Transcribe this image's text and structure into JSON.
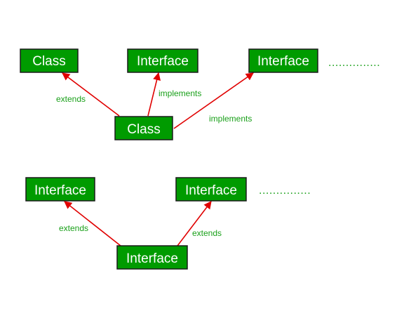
{
  "colors": {
    "node_fill": "#009b00",
    "node_text": "#ffffff",
    "arrow": "#e00000",
    "edge_label": "#1aa01a"
  },
  "diagram1": {
    "nodes": [
      {
        "id": "d1-parent-class",
        "label": "Class"
      },
      {
        "id": "d1-parent-interface-1",
        "label": "Interface"
      },
      {
        "id": "d1-parent-interface-2",
        "label": "Interface"
      },
      {
        "id": "d1-child-class",
        "label": "Class"
      }
    ],
    "edges": [
      {
        "from": "d1-child-class",
        "to": "d1-parent-class",
        "label": "extends"
      },
      {
        "from": "d1-child-class",
        "to": "d1-parent-interface-1",
        "label": "implements"
      },
      {
        "from": "d1-child-class",
        "to": "d1-parent-interface-2",
        "label": "implements"
      }
    ],
    "continuation": "..............."
  },
  "diagram2": {
    "nodes": [
      {
        "id": "d2-parent-interface-1",
        "label": "Interface"
      },
      {
        "id": "d2-parent-interface-2",
        "label": "Interface"
      },
      {
        "id": "d2-child-interface",
        "label": "Interface"
      }
    ],
    "edges": [
      {
        "from": "d2-child-interface",
        "to": "d2-parent-interface-1",
        "label": "extends"
      },
      {
        "from": "d2-child-interface",
        "to": "d2-parent-interface-2",
        "label": "extends"
      }
    ],
    "continuation": "..............."
  }
}
